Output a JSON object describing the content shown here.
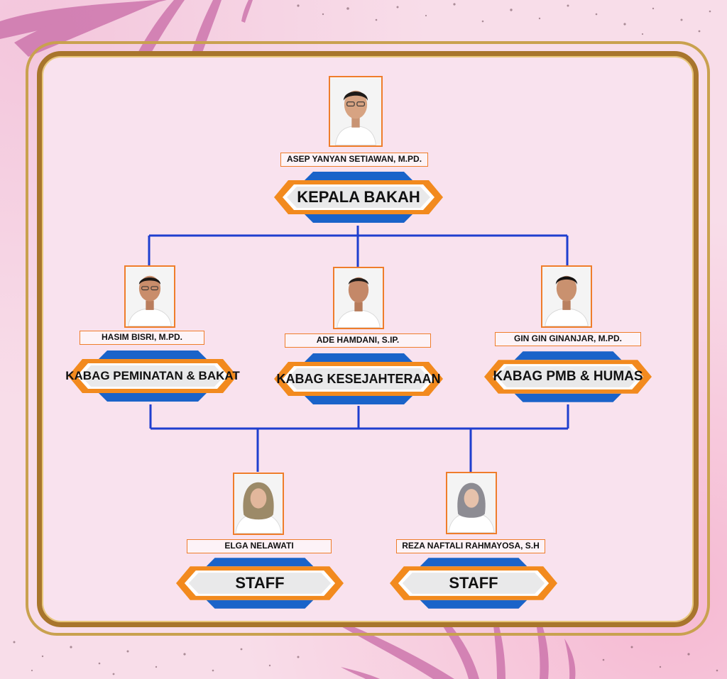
{
  "org_chart": {
    "head": {
      "name": "ASEP YANYAN SETIAWAN, M.PD.",
      "role": "KEPALA BAKAH"
    },
    "divisions": [
      {
        "name": "HASIM BISRI, M.PD.",
        "role": "KABAG PEMINATAN & BAKAT"
      },
      {
        "name": "ADE HAMDANI, S.IP.",
        "role": "KABAG KESEJAHTERAAN"
      },
      {
        "name": "GIN GIN GINANJAR, M.PD.",
        "role": "KABAG PMB & HUMAS"
      }
    ],
    "staff": [
      {
        "name": "ELGA NELAWATI",
        "role": "STAFF"
      },
      {
        "name": "REZA NAFTALI RAHMAYOSA, S.H",
        "role": "STAFF"
      }
    ]
  },
  "colors": {
    "connector": "#1f3fcf",
    "accent_orange": "#f28a1e",
    "accent_blue": "#1a63c9",
    "frame_gold": "#a8752c",
    "background": "#f8dde9"
  }
}
